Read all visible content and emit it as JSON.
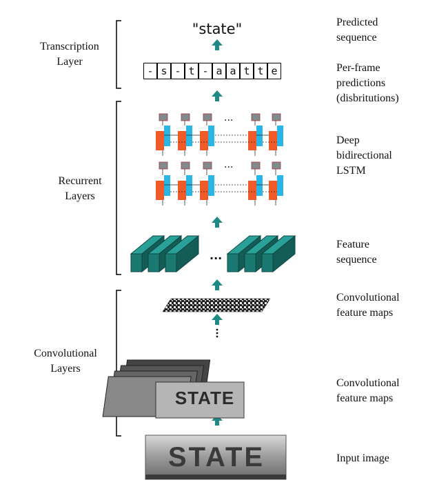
{
  "stages": {
    "transcription": "Transcription\nLayer",
    "recurrent": "Recurrent\nLayers",
    "convolutional": "Convolutional\nLayers"
  },
  "output_sequence": "\"state\"",
  "frame_predictions": [
    "-",
    "s",
    "-",
    "t",
    "-",
    "a",
    "a",
    "t",
    "t",
    "e"
  ],
  "right_labels": {
    "predicted": "Predicted\nsequence",
    "perframe": "Per-frame\npredictions\n(disbritutions)",
    "lstm": "Deep\nbidirectional\nLSTM",
    "feature_seq": "Feature\nsequence",
    "conv_maps_top": "Convolutional\nfeature maps",
    "conv_maps_bottom": "Convolutional\nfeature maps",
    "input": "Input image"
  },
  "ellipsis": "...",
  "image_text": "STATE",
  "colors": {
    "arrow": "#1f8a85",
    "lstm_forward": "#f05a28",
    "lstm_backward": "#29b6e6",
    "lstm_output": "#7f8c8d",
    "feature_prism": "#1a7a72"
  }
}
